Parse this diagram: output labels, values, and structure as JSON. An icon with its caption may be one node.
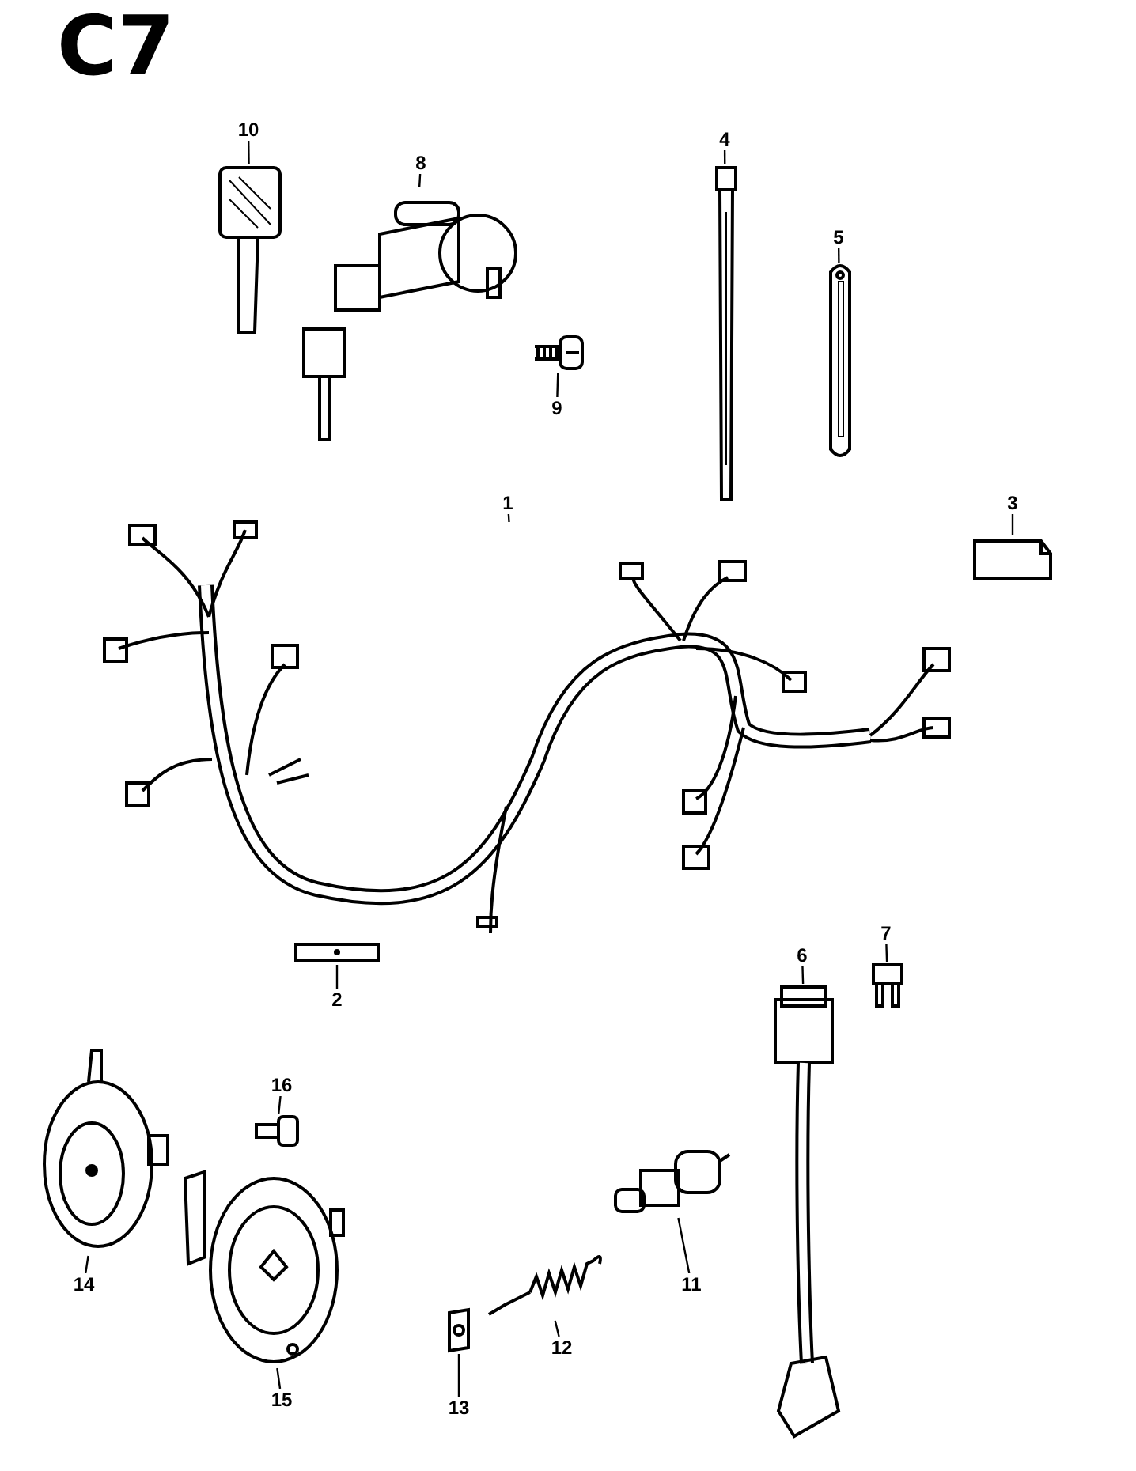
{
  "diagram": {
    "title": "C7",
    "nodes": [
      {
        "text": [
          "1"
        ]
      },
      {
        "text": [
          "2"
        ]
      },
      {
        "text": [
          "3"
        ]
      },
      {
        "text": [
          "4"
        ]
      },
      {
        "text": [
          "5"
        ]
      },
      {
        "text": [
          "6"
        ]
      },
      {
        "text": [
          "7"
        ]
      },
      {
        "text": [
          "8"
        ]
      },
      {
        "text": [
          "9"
        ]
      },
      {
        "text": [
          "10"
        ]
      },
      {
        "text": [
          "11"
        ]
      },
      {
        "text": [
          "12"
        ]
      },
      {
        "text": [
          "13"
        ]
      },
      {
        "text": [
          "14"
        ]
      },
      {
        "text": [
          "15"
        ]
      },
      {
        "text": [
          "16"
        ]
      },
      {
        "text": [],
        "shape": "picture"
      },
      {
        "text": [],
        "shape": "picture"
      },
      {
        "text": [],
        "shape": "picture"
      },
      {
        "text": [],
        "shape": "picture"
      },
      {
        "text": [],
        "shape": "picture"
      },
      {
        "text": [],
        "shape": "picture"
      },
      {
        "text": [],
        "shape": "picture"
      },
      {
        "text": [],
        "shape": "picture"
      },
      {
        "text": [],
        "shape": "picture"
      },
      {
        "text": [],
        "shape": "picture"
      },
      {
        "text": [],
        "shape": "picture"
      },
      {
        "text": [],
        "shape": "picture"
      },
      {
        "text": [],
        "shape": "picture"
      },
      {
        "text": [],
        "shape": "picture"
      },
      {
        "text": [],
        "shape": "picture"
      },
      {
        "text": [],
        "shape": "picture"
      }
    ],
    "edges": [
      {
        "from": 0,
        "to": 16,
        "arrow": "none"
      },
      {
        "from": 1,
        "to": 17,
        "arrow": "none"
      },
      {
        "from": 2,
        "to": 18,
        "arrow": "none"
      },
      {
        "from": 3,
        "to": 19,
        "arrow": "none"
      },
      {
        "from": 4,
        "to": 20,
        "arrow": "none"
      },
      {
        "from": 5,
        "to": 21,
        "arrow": "none"
      },
      {
        "from": 6,
        "to": 22,
        "arrow": "none"
      },
      {
        "from": 7,
        "to": 23,
        "arrow": "none"
      },
      {
        "from": 8,
        "to": 24,
        "arrow": "none"
      },
      {
        "from": 9,
        "to": 25,
        "arrow": "none"
      },
      {
        "from": 10,
        "to": 26,
        "arrow": "none"
      },
      {
        "from": 11,
        "to": 27,
        "arrow": "none"
      },
      {
        "from": 12,
        "to": 28,
        "arrow": "none"
      },
      {
        "from": 13,
        "to": 29,
        "arrow": "none"
      },
      {
        "from": 14,
        "to": 30,
        "arrow": "none"
      },
      {
        "from": 15,
        "to": 31,
        "arrow": "none"
      }
    ]
  }
}
